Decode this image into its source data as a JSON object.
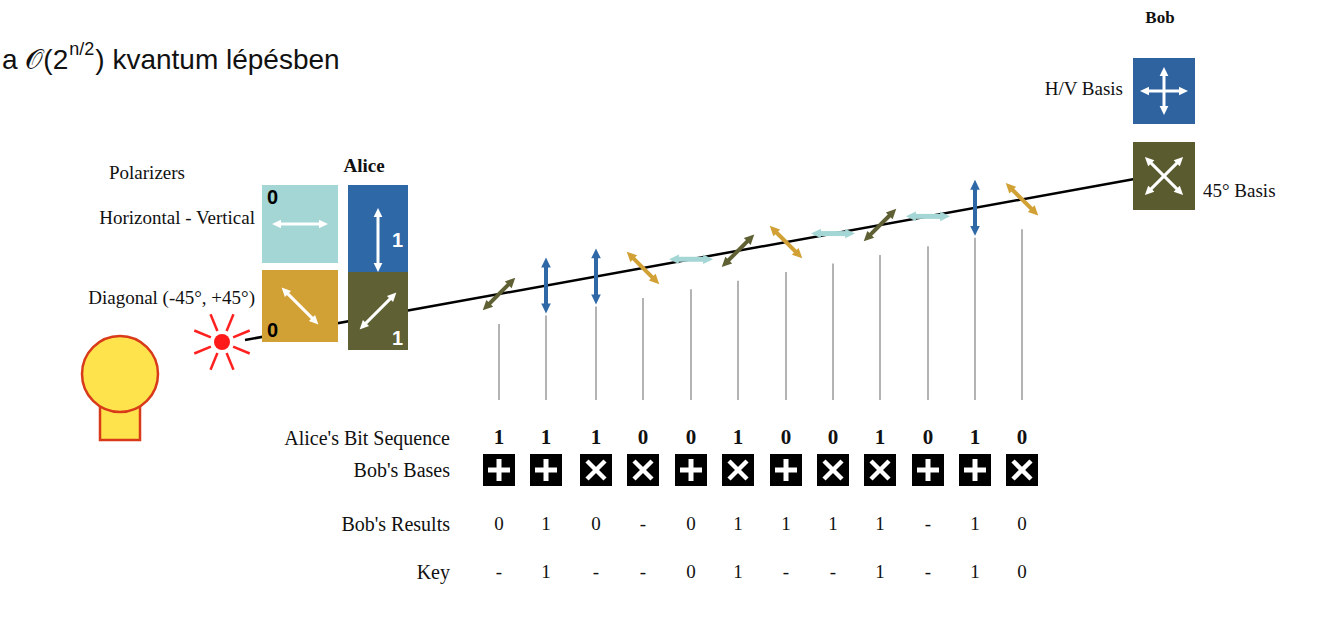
{
  "diagram": {
    "nodes": [
      {
        "text": [
          "0"
        ]
      },
      {
        "text": [
          "1"
        ]
      },
      {
        "text": [
          "0"
        ]
      },
      {
        "text": [
          "1"
        ]
      },
      {
        "text": [
          "H/V Basis"
        ]
      },
      {
        "text": [
          "45° Basis"
        ]
      }
    ],
    "labels": [
      "a 𝒪(2",
      "n/2",
      ") kvantum lépésben",
      "Bob",
      "Alice",
      "Polarizers",
      "Horizontal - Vertical",
      "Diagonal (-45°, +45°)",
      "Alice's Bit Sequence",
      "1",
      "1",
      "1",
      "0",
      "0",
      "1",
      "0",
      "0",
      "1",
      "0",
      "1",
      "0",
      "Bob's Bases",
      "Bob's Results",
      "0",
      "1",
      "0",
      "-",
      "0",
      "1",
      "1",
      "1",
      "1",
      "-",
      "1",
      "0",
      "Key",
      "-",
      "1",
      "-",
      "-",
      "0",
      "1",
      "-",
      "-",
      "1",
      "-",
      "1",
      "0"
    ]
  }
}
